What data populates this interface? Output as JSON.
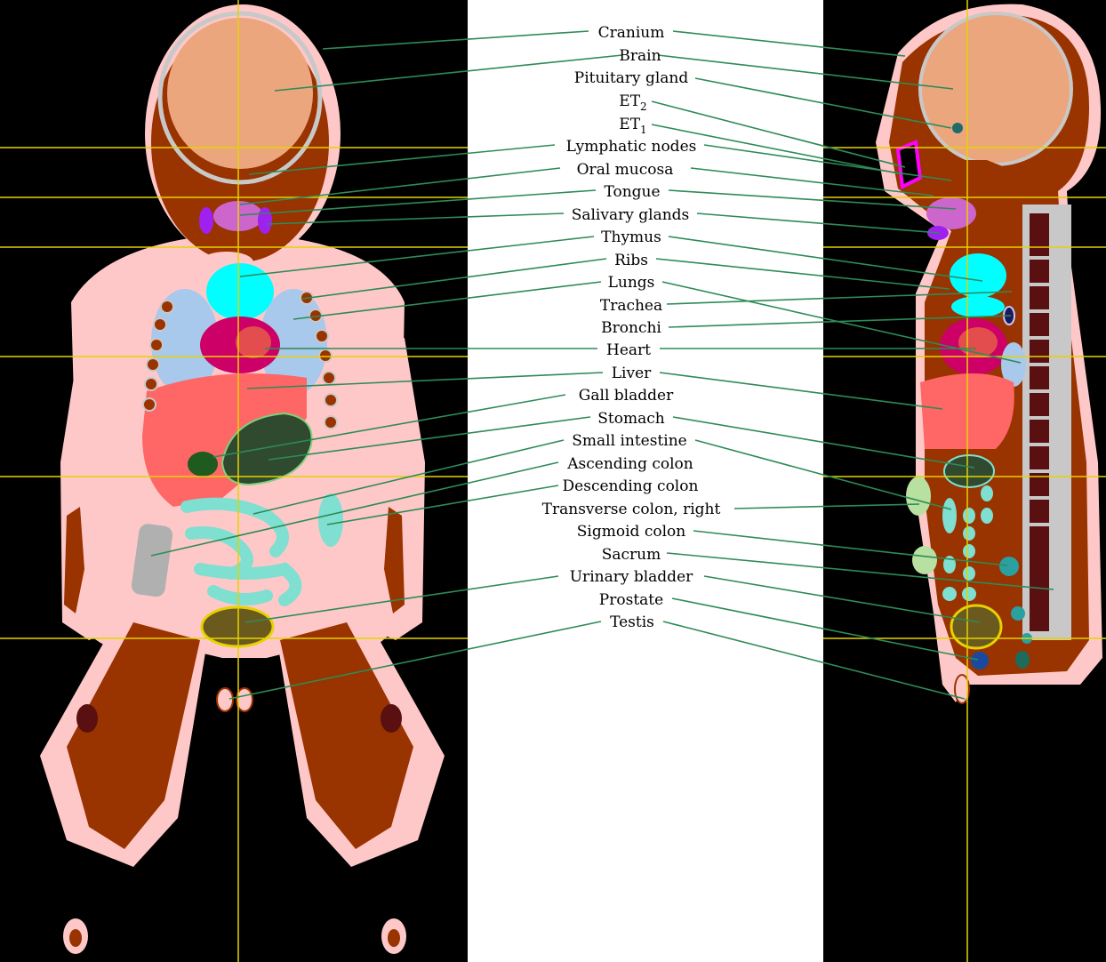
{
  "figure": {
    "labels": [
      {
        "key": "cranium",
        "text": "Cranium"
      },
      {
        "key": "brain",
        "text": "Brain"
      },
      {
        "key": "pituitary",
        "text": "Pituitary gland"
      },
      {
        "key": "et2",
        "text": "ET",
        "sub": "2"
      },
      {
        "key": "et1",
        "text": "ET",
        "sub": "1"
      },
      {
        "key": "lymphatic",
        "text": "Lymphatic nodes"
      },
      {
        "key": "oral-mucosa",
        "text": "Oral mucosa"
      },
      {
        "key": "tongue",
        "text": "Tongue"
      },
      {
        "key": "salivary",
        "text": "Salivary glands"
      },
      {
        "key": "thymus",
        "text": "Thymus"
      },
      {
        "key": "ribs",
        "text": "Ribs"
      },
      {
        "key": "lungs",
        "text": "Lungs"
      },
      {
        "key": "trachea",
        "text": "Trachea"
      },
      {
        "key": "bronchi",
        "text": "Bronchi"
      },
      {
        "key": "heart",
        "text": "Heart"
      },
      {
        "key": "liver",
        "text": "Liver"
      },
      {
        "key": "gall-bladder",
        "text": "Gall bladder"
      },
      {
        "key": "stomach",
        "text": "Stomach"
      },
      {
        "key": "small-intestine",
        "text": "Small intestine"
      },
      {
        "key": "ascending-colon",
        "text": "Ascending colon"
      },
      {
        "key": "descending-colon",
        "text": "Descending colon"
      },
      {
        "key": "transverse-colon",
        "text": "Transverse colon, right"
      },
      {
        "key": "sigmoid-colon",
        "text": "Sigmoid colon"
      },
      {
        "key": "sacrum",
        "text": "Sacrum"
      },
      {
        "key": "urinary-bladder",
        "text": "Urinary bladder"
      },
      {
        "key": "prostate",
        "text": "Prostate"
      },
      {
        "key": "testis",
        "text": "Testis"
      }
    ]
  },
  "colors": {
    "background": "#000000",
    "skin": "#ffc8c8",
    "muscle": "#993300",
    "bone_outline": "#c8c8c8",
    "brain": "#eba67e",
    "thymus": "#00ffff",
    "lungs": "#a8c8ec",
    "heart": "#cc0066",
    "liver": "#ff6666",
    "stomach": "#2f4a2f",
    "gall_bladder": "#1f5a1f",
    "intestine": "#7fdfd0",
    "bladder": "#6b5a1e",
    "tongue": "#cc66cc",
    "salivary": "#a020f0",
    "leader_line": "#2e8b57",
    "crosshair": "#e6d200"
  }
}
